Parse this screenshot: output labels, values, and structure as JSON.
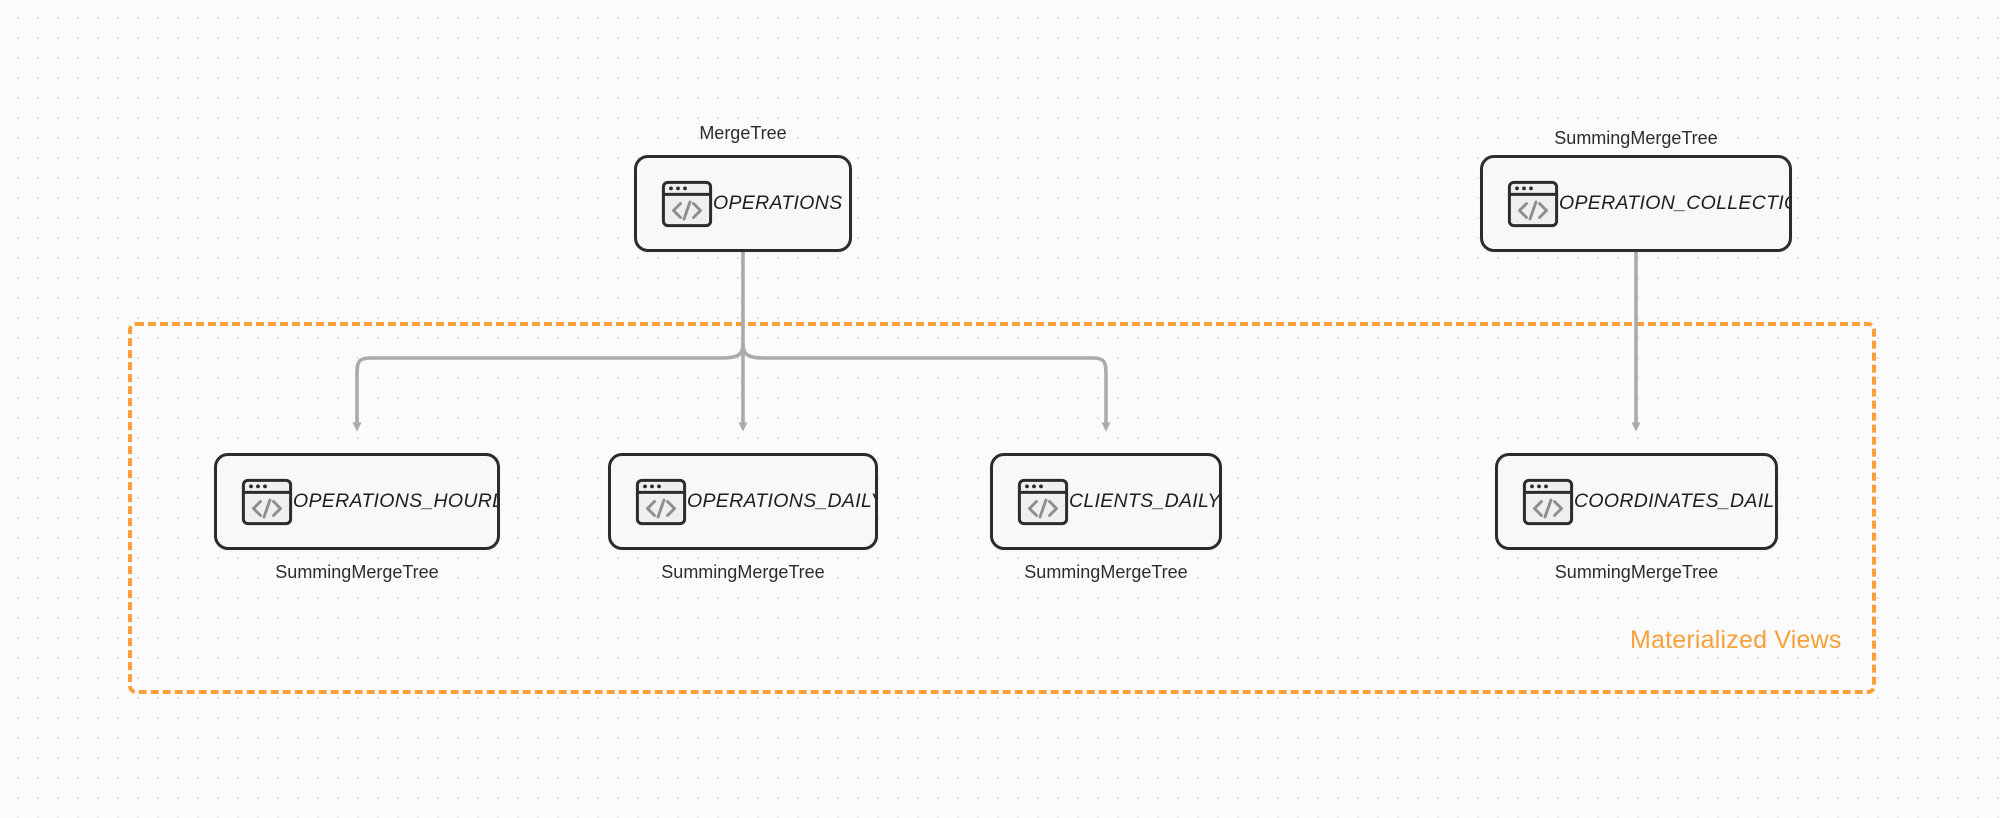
{
  "diagram": {
    "title_hidden": "",
    "colors": {
      "background": "#fbfbfb",
      "grid_dot": "#e2e2e2",
      "node_border": "#2b2b30",
      "node_fill": "#f7f8f8",
      "edge": "#ababab",
      "group_accent": "#f9a03a",
      "text": "#1e1e22"
    },
    "group": {
      "label": "Materialized Views",
      "name": "materialized-views-group"
    },
    "nodes": [
      {
        "id": "operations",
        "label": "OPERATIONS",
        "engine": "MergeTree",
        "engine_position": "top",
        "icon": "code-window-icon"
      },
      {
        "id": "operation_collection",
        "label": "OPERATION_COLLECTION",
        "engine": "SummingMergeTree",
        "engine_position": "top",
        "icon": "code-window-icon"
      },
      {
        "id": "operations_hourly",
        "label": "OPERATIONS_HOURLY",
        "engine": "SummingMergeTree",
        "engine_position": "bottom",
        "icon": "code-window-icon"
      },
      {
        "id": "operations_daily",
        "label": "OPERATIONS_DAILY",
        "engine": "SummingMergeTree",
        "engine_position": "bottom",
        "icon": "code-window-icon"
      },
      {
        "id": "clients_daily",
        "label": "CLIENTS_DAILY",
        "engine": "SummingMergeTree",
        "engine_position": "bottom",
        "icon": "code-window-icon"
      },
      {
        "id": "coordinates_daily",
        "label": "COORDINATES_DAILY",
        "engine": "SummingMergeTree",
        "engine_position": "bottom",
        "icon": "code-window-icon"
      }
    ],
    "edges": [
      {
        "from": "operations",
        "to": "operations_hourly"
      },
      {
        "from": "operations",
        "to": "operations_daily"
      },
      {
        "from": "operations",
        "to": "clients_daily"
      },
      {
        "from": "operation_collection",
        "to": "coordinates_daily"
      }
    ]
  }
}
